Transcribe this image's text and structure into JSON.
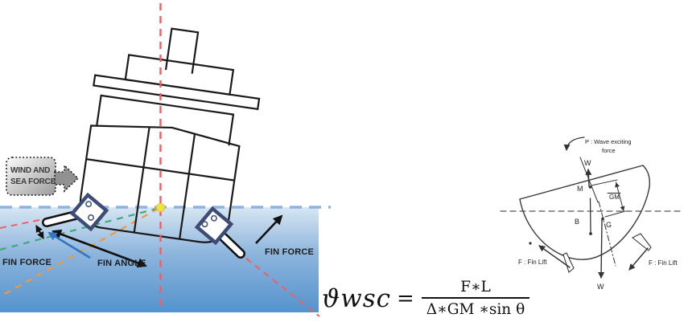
{
  "diagram_left": {
    "wind_box": {
      "line1": "WIND AND",
      "line2": "SEA FORCE"
    },
    "labels": {
      "fin_force_left": "FIN FORCE",
      "fin_force_right": "FIN FORCE",
      "fin_angle": "FIN ANGLE"
    },
    "colors": {
      "sea_top": "#d7e6f3",
      "sea_bottom": "#5493cd",
      "waterline_dash": "#8fb3de",
      "centerline_red": "#f15f5f",
      "green_dashed": "#3fa97c",
      "orange_dashed": "#f0993c",
      "heel_center_dot": "#f2e23a",
      "fin_angle_arrow_blue": "#3076c8",
      "fin_mount_navy": "#3d4d78",
      "wind_box_gray": "#9c9c9c"
    }
  },
  "formula": {
    "lhs": "ϑwsc",
    "equals": "=",
    "numerator": "F∗L",
    "denominator": "Δ∗GM ∗sin θ"
  },
  "diagram_right": {
    "p_line1": "P :  Wave exciting",
    "p_line2": "force",
    "w_top": "W",
    "w_bottom": "W",
    "m": "M",
    "b": "B",
    "g": "G",
    "gm": "GM",
    "fin_lift_left": "F :  Fin Lift",
    "fin_lift_right": "F :  Fin Lift"
  }
}
